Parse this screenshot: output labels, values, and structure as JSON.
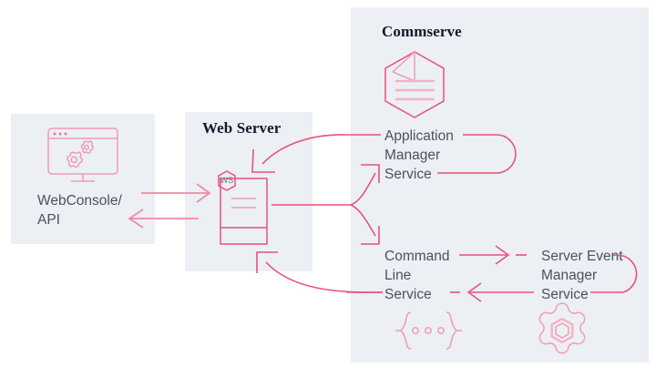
{
  "diagram": {
    "title_hidden": "Commserve architecture flow",
    "panels": [
      {
        "key": "webconsole",
        "title": ""
      },
      {
        "key": "webserver",
        "title": "Web Server"
      },
      {
        "key": "commserve",
        "title": "Commserve"
      }
    ],
    "nodes": {
      "webconsole": {
        "label": "WebConsole/\nAPI",
        "icon": "monitor-gears-icon"
      },
      "webserver": {
        "label": "",
        "icon": "web-server-document-icon",
        "badge": "WS"
      },
      "commserve_doc": {
        "icon": "hexagon-document-icon"
      },
      "application_manager": {
        "label": "Application\nManager\nService"
      },
      "command_line": {
        "label": "Command\nLine\nService",
        "icon": "braces-ellipsis-icon"
      },
      "server_event_manager": {
        "label": "Server Event\nManager\nService",
        "icon": "gear-hexagon-icon"
      }
    },
    "connectors": [
      {
        "name": "webconsole-to-webserver",
        "direction": "right"
      },
      {
        "name": "webserver-to-webconsole",
        "direction": "left"
      },
      {
        "name": "application-manager-to-webserver",
        "direction": "left-down"
      },
      {
        "name": "webserver-to-application-manager",
        "direction": "up-right"
      },
      {
        "name": "webserver-to-command-line",
        "direction": "down-right"
      },
      {
        "name": "command-line-to-server-event-manager",
        "direction": "right"
      },
      {
        "name": "server-event-manager-to-command-line",
        "direction": "left"
      },
      {
        "name": "command-line-to-webserver",
        "direction": "up-left"
      }
    ],
    "colors": {
      "panel_background": "#eceff4",
      "accent_line": "#e8527a",
      "accent_soft": "#f0899f",
      "accent_pale": "#f5b3c2",
      "title_text": "#121b2b",
      "label_text": "#4a5260",
      "page_background": "#ffffff"
    }
  }
}
